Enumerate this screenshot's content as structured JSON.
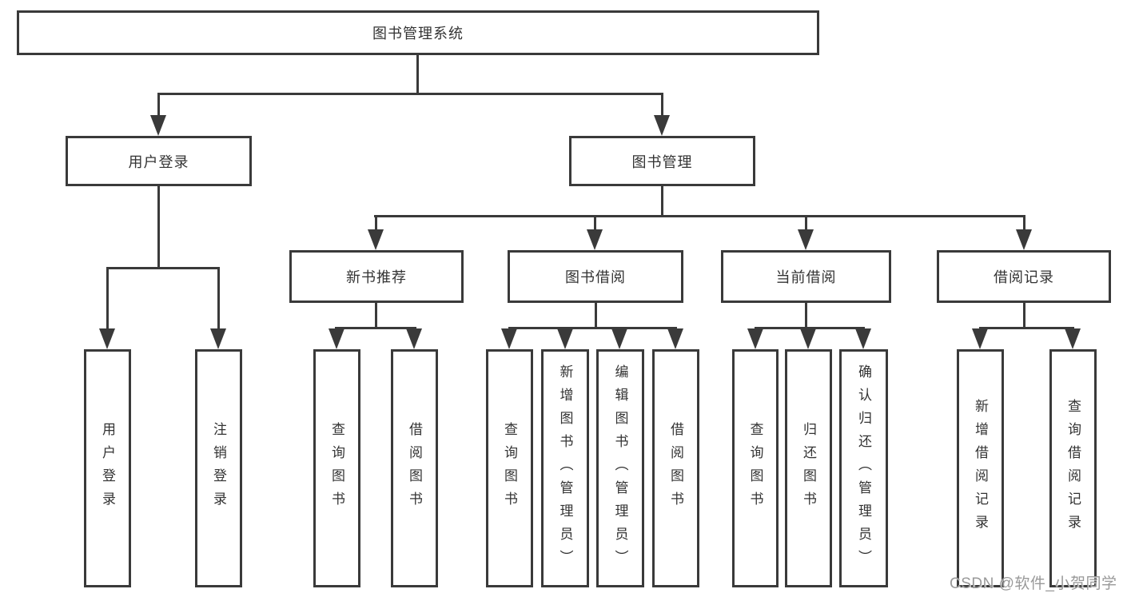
{
  "tree": {
    "root": "图书管理系统",
    "children": [
      {
        "label": "用户登录",
        "children": [
          "用户登录",
          "注销登录"
        ]
      },
      {
        "label": "图书管理",
        "children": [
          {
            "label": "新书推荐",
            "children": [
              "查询图书",
              "借阅图书"
            ]
          },
          {
            "label": "图书借阅",
            "children": [
              "查询图书",
              "新增图书（管理员）",
              "编辑图书（管理员）",
              "借阅图书"
            ]
          },
          {
            "label": "当前借阅",
            "children": [
              "查询图书",
              "归还图书",
              "确认归还（管理员）"
            ]
          },
          {
            "label": "借阅记录",
            "children": [
              "新增借阅记录",
              "查询借阅记录"
            ]
          }
        ]
      }
    ]
  },
  "watermark": {
    "text": "CSDN @软件_小贺同学"
  },
  "colors": {
    "line": "#3a3a3a",
    "text": "#333333",
    "watermark": "#999999",
    "background": "#ffffff"
  }
}
